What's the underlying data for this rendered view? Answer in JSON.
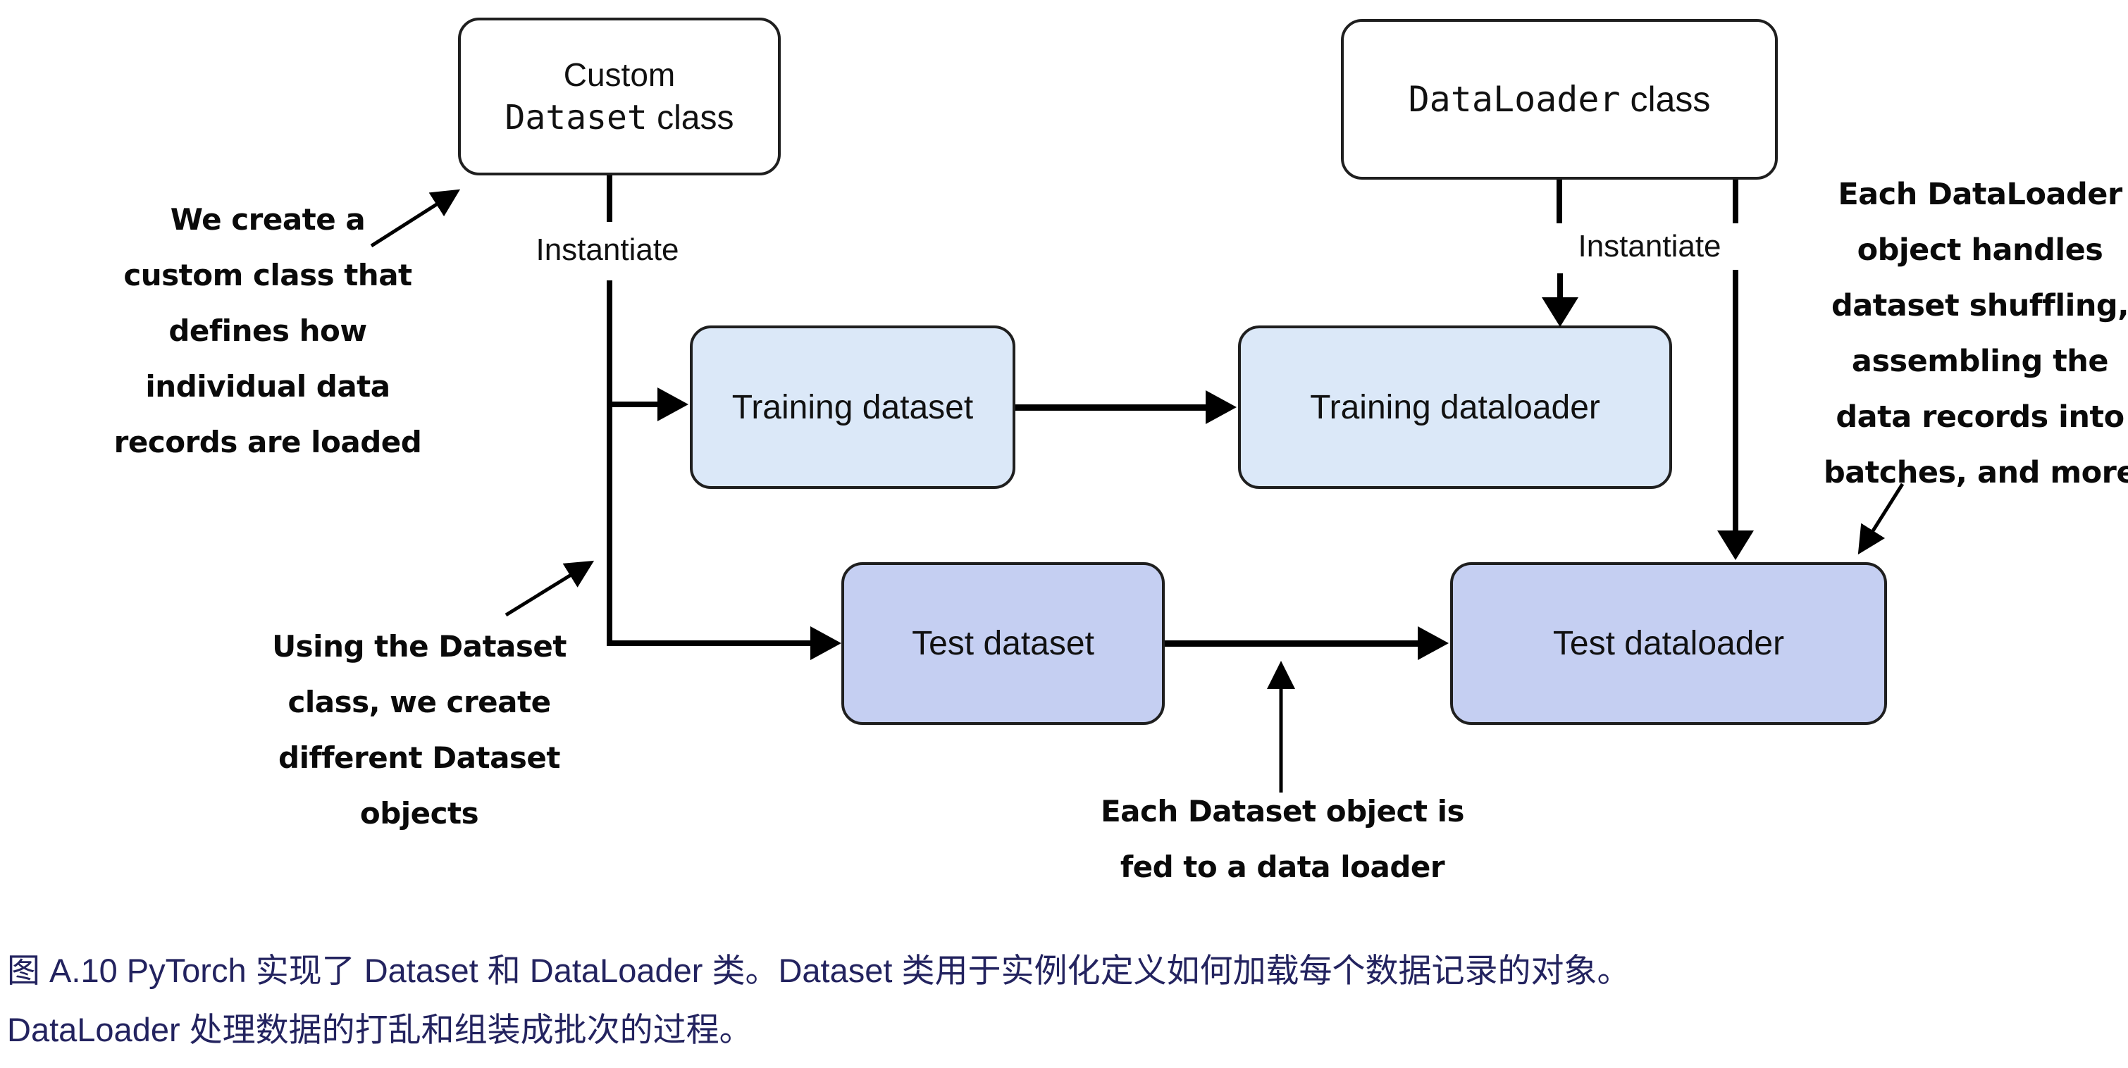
{
  "figure": {
    "boxes": {
      "custom_dataset": {
        "line1": "Custom",
        "code": "Dataset",
        "suffix": " class"
      },
      "dataloader_class": {
        "code": "DataLoader",
        "suffix": " class"
      },
      "training_dataset": {
        "label": "Training dataset"
      },
      "training_dataloader": {
        "label": "Training dataloader"
      },
      "test_dataset": {
        "label": "Test dataset"
      },
      "test_dataloader": {
        "label": "Test dataloader"
      }
    },
    "edge_labels": {
      "instantiate_left": "Instantiate",
      "instantiate_right": "Instantiate"
    },
    "annotations": {
      "left": [
        "We create a",
        "custom class that",
        "defines how",
        "individual data",
        "records are loaded"
      ],
      "lower_left": [
        "Using the Dataset",
        "class, we create",
        "different Dataset",
        "objects"
      ],
      "bottom": [
        "Each Dataset object is",
        "fed to a data loader"
      ],
      "right": [
        "Each DataLoader",
        "object handles",
        "dataset shuffling,",
        "assembling the",
        "data records into",
        "batches, and more"
      ]
    },
    "colors": {
      "training_fill": "#dbe8f8",
      "test_fill": "#c5cff2",
      "box_border": "#1f1f1f",
      "line": "#000000",
      "caption": "#23235f"
    }
  },
  "caption": {
    "line1": "图 A.10 PyTorch 实现了 Dataset 和 DataLoader 类。Dataset 类用于实例化定义如何加载每个数据记录的对象。",
    "line2": "DataLoader 处理数据的打乱和组装成批次的过程。"
  }
}
